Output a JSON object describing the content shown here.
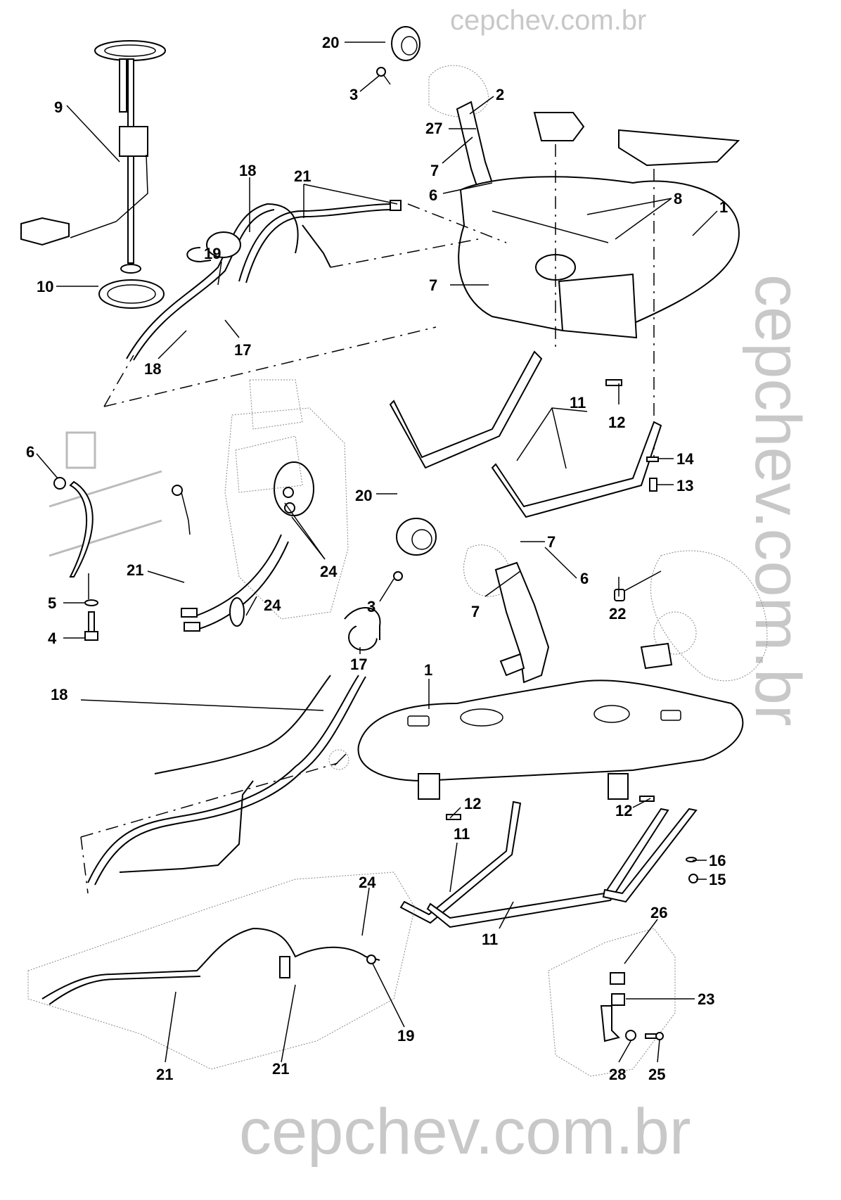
{
  "watermark": {
    "top": "cepchev.com.br",
    "bottom": "cepchev.com.br",
    "diagonal": "cepchev.com.br"
  },
  "callouts": [
    {
      "id": "c20a",
      "label": "20"
    },
    {
      "id": "c3a",
      "label": "3"
    },
    {
      "id": "c2",
      "label": "2"
    },
    {
      "id": "c27",
      "label": "27"
    },
    {
      "id": "c7a",
      "label": "7"
    },
    {
      "id": "c9",
      "label": "9"
    },
    {
      "id": "c18a",
      "label": "18"
    },
    {
      "id": "c21a",
      "label": "21"
    },
    {
      "id": "c6a",
      "label": "6"
    },
    {
      "id": "c8",
      "label": "8"
    },
    {
      "id": "c1a",
      "label": "1"
    },
    {
      "id": "c19a",
      "label": "19"
    },
    {
      "id": "c10",
      "label": "10"
    },
    {
      "id": "c7b",
      "label": "7"
    },
    {
      "id": "c17a",
      "label": "17"
    },
    {
      "id": "c18b",
      "label": "18"
    },
    {
      "id": "c11a",
      "label": "11"
    },
    {
      "id": "c12a",
      "label": "12"
    },
    {
      "id": "c14",
      "label": "14"
    },
    {
      "id": "c13",
      "label": "13"
    },
    {
      "id": "c6b",
      "label": "6"
    },
    {
      "id": "c5",
      "label": "5"
    },
    {
      "id": "c4",
      "label": "4"
    },
    {
      "id": "c20b",
      "label": "20"
    },
    {
      "id": "c3b",
      "label": "3"
    },
    {
      "id": "c21b",
      "label": "21"
    },
    {
      "id": "c24a",
      "label": "24"
    },
    {
      "id": "c24b",
      "label": "24"
    },
    {
      "id": "c7c",
      "label": "7"
    },
    {
      "id": "c6c",
      "label": "6"
    },
    {
      "id": "c22",
      "label": "22"
    },
    {
      "id": "c7d",
      "label": "7"
    },
    {
      "id": "c18c",
      "label": "18"
    },
    {
      "id": "c17b",
      "label": "17"
    },
    {
      "id": "c1b",
      "label": "1"
    },
    {
      "id": "c12b",
      "label": "12"
    },
    {
      "id": "c12c",
      "label": "12"
    },
    {
      "id": "c11b",
      "label": "11"
    },
    {
      "id": "c16",
      "label": "16"
    },
    {
      "id": "c15",
      "label": "15"
    },
    {
      "id": "c24c",
      "label": "24"
    },
    {
      "id": "c11c",
      "label": "11"
    },
    {
      "id": "c26",
      "label": "26"
    },
    {
      "id": "c23",
      "label": "23"
    },
    {
      "id": "c19b",
      "label": "19"
    },
    {
      "id": "c21c",
      "label": "21"
    },
    {
      "id": "c21d",
      "label": "21"
    },
    {
      "id": "c28",
      "label": "28"
    },
    {
      "id": "c25",
      "label": "25"
    }
  ]
}
